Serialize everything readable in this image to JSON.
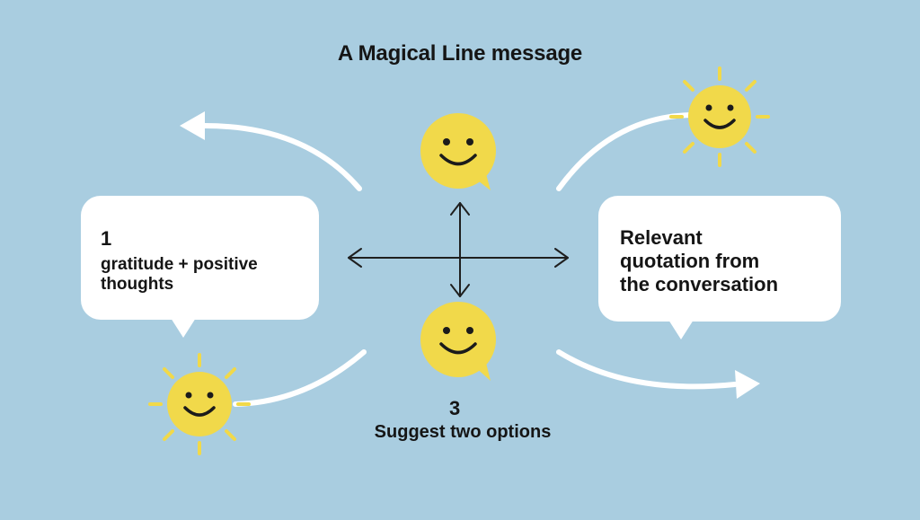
{
  "title": "A Magical Line message",
  "left_box": {
    "number": "1",
    "line1": "gratitude + positive",
    "line2": "thoughts"
  },
  "right_box": {
    "line1": "Relevant",
    "line2": "quotation from",
    "line3": "the conversation"
  },
  "bottom": {
    "number": "3",
    "label": "Suggest two options"
  },
  "icons": {
    "top_center": "smiley-speech-bubble-icon",
    "bottom_center": "smiley-speech-bubble-icon",
    "top_right": "smiling-sun-icon",
    "bottom_left": "smiling-sun-icon"
  },
  "colors": {
    "background": "#a9cde0",
    "box": "#ffffff",
    "accent": "#f1d94a",
    "text": "#151515"
  }
}
